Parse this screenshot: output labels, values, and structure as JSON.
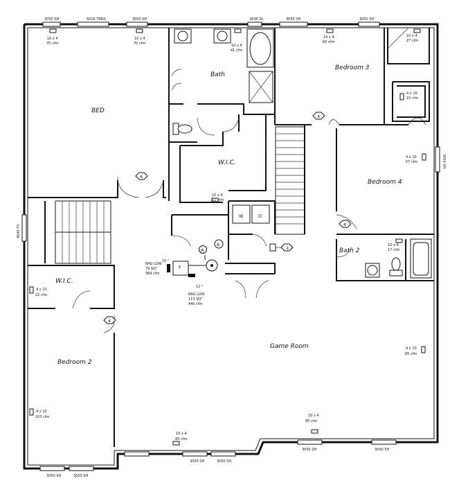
{
  "rooms": {
    "bed": "BED",
    "bath": "Bath",
    "wic_top": "W.I.C.",
    "wic_left": "W.I.C.",
    "bedroom2": "Bedroom 2",
    "bedroom3": "Bedroom 3",
    "bedroom4": "Bedroom 4",
    "bath2": "Bath 2",
    "game_room": "Game Room"
  },
  "windows": {
    "top_1": "3050 SH",
    "top_2": "5016 TRNS",
    "top_3": "3050 SH",
    "top_4": "2636 SL",
    "top_5": "3050 SH",
    "top_6": "3050 SH",
    "right_1": "3050 SH",
    "left_1": "4040 FX",
    "bottom_1": "3050 SH",
    "bottom_2": "3050 SH",
    "bottom_3": "3050 SH",
    "bottom_4": "3050 SH",
    "bottom_5": "3050 SH",
    "bottom_6": "3050 SH"
  },
  "registers": {
    "bed_1": {
      "size": "10 x 4",
      "cfm": "70 cfm"
    },
    "bed_2": {
      "size": "10 x 4",
      "cfm": "70 cfm"
    },
    "bath": {
      "size": "10 x 4",
      "cfm": "41 cfm"
    },
    "bedroom3": {
      "size": "10 x 4",
      "cfm": "60 cfm"
    },
    "bedroom3_closet": {
      "size": "10 x 4",
      "cfm": "27 cfm"
    },
    "bedroom4_closet": {
      "size": "4 x 10",
      "cfm": "15 cfm"
    },
    "bedroom4": {
      "size": "4 x 10",
      "cfm": "57 cfm"
    },
    "wic_top": {
      "size": "10 x 4",
      "cfm": "11 cfm"
    },
    "bath2": {
      "size": "10 x 4",
      "cfm": "17 cfm"
    },
    "wic_left": {
      "size": "4 x 10",
      "cfm": "22 cfm"
    },
    "bedroom2": {
      "size": "4 x 10",
      "cfm": "103 cfm"
    },
    "game_room_right": {
      "size": "4 x 10",
      "cfm": "85 cfm"
    },
    "game_room_bottom": {
      "size": "10 x 4",
      "cfm": "85 cfm"
    },
    "game_room_bottom_left": {
      "size": "10 x 4",
      "cfm": "85 cfm"
    }
  },
  "returns": {
    "ra_1": {
      "label": "RAG LOW",
      "area": "79 SQ\"",
      "cfm": "389 cfm",
      "dim": "10 \""
    },
    "ra_2": {
      "label": "RAG LOW",
      "area": "113 SQ\"",
      "cfm": "440 cfm",
      "dim": "12 \""
    }
  },
  "appliances": {
    "washer": "W",
    "dryer": "D",
    "furnace": "F",
    "water_heater": "A"
  },
  "tags": {
    "door_4": "4",
    "door_6": "6",
    "door_1": "1"
  }
}
